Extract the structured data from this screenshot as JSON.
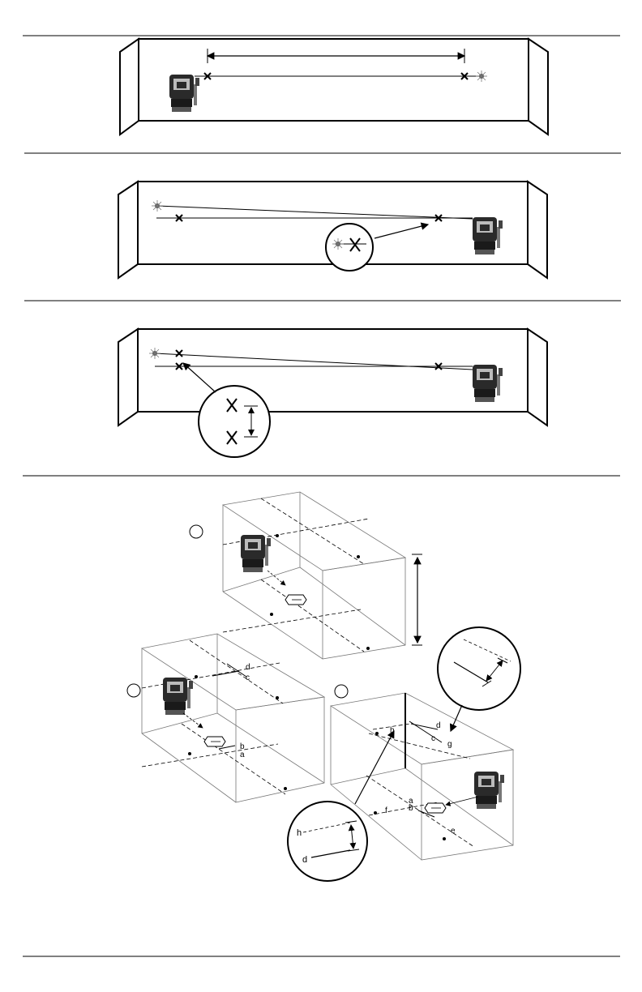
{
  "figures": [
    {
      "id": "figure-1",
      "description_visible_text": []
    },
    {
      "id": "figure-2",
      "description_visible_text": []
    },
    {
      "id": "figure-3",
      "description_visible_text": []
    },
    {
      "id": "figure-4",
      "description_visible_text": []
    }
  ],
  "labels": {
    "a": "a",
    "b": "b",
    "c": "c",
    "d": "d",
    "e": "e",
    "f": "f",
    "g": "g",
    "h": "h"
  },
  "colors": {
    "ink": "#000000",
    "laser_fill": "#555555",
    "box_line": "#666666"
  }
}
